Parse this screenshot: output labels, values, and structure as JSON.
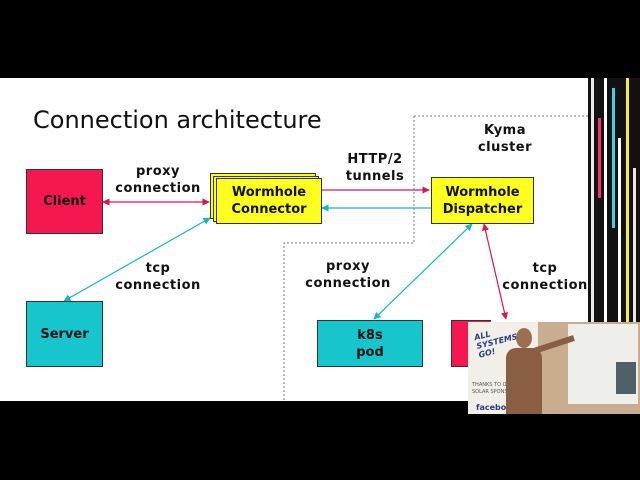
{
  "title": "Connection architecture",
  "nodes": {
    "client": "Client",
    "server": "Server",
    "connector": "Wormhole\nConnector",
    "dispatcher": "Wormhole\nDispatcher",
    "k8s_pod": "k8s\npod"
  },
  "cluster_label": "Kyma\ncluster",
  "edge_labels": {
    "client_connector": "proxy\nconnection",
    "server_connector": "tcp\nconnection",
    "connector_dispatcher": "HTTP/2\ntunnels",
    "dispatcher_pod": "proxy\nconnection",
    "dispatcher_tcp": "tcp\nconnection"
  },
  "colors": {
    "client": "#f5174f",
    "server": "#17c6cc",
    "connector": "#ffff1f",
    "dispatcher": "#ffff1f",
    "k8s_pod": "#17c6cc",
    "red_arrow": "#d8174f",
    "cyan_arrow": "#17b5c2"
  },
  "photo": {
    "banner_title": "ALL\nSYSTEMS\nGO!",
    "banner_sub": "THANKS TO O\nSOLAR SPONSO",
    "banner_fb": "facebook"
  }
}
